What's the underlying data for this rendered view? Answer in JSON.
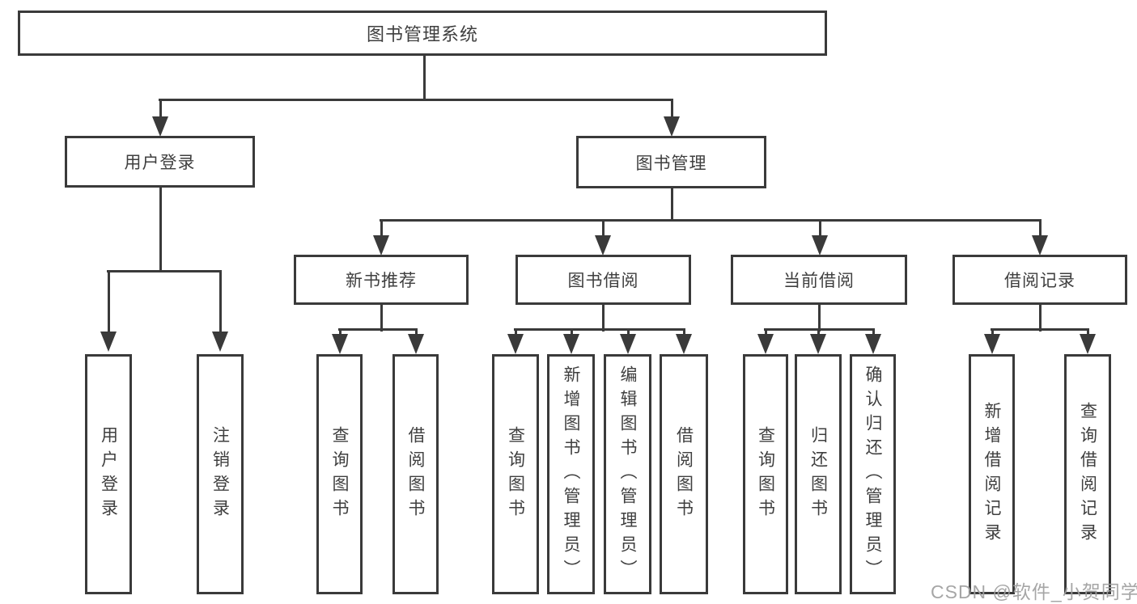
{
  "tree": {
    "root": {
      "label": "图书管理系统"
    },
    "children": [
      {
        "label": "用户登录",
        "children": [
          {
            "label": "用户登录"
          },
          {
            "label": "注销登录"
          }
        ]
      },
      {
        "label": "图书管理",
        "children": [
          {
            "label": "新书推荐",
            "children": [
              {
                "label": "查询图书"
              },
              {
                "label": "借阅图书"
              }
            ]
          },
          {
            "label": "图书借阅",
            "children": [
              {
                "label": "查询图书"
              },
              {
                "label": "新增图书（管理员）"
              },
              {
                "label": "编辑图书（管理员）"
              },
              {
                "label": "借阅图书"
              }
            ]
          },
          {
            "label": "当前借阅",
            "children": [
              {
                "label": "查询图书"
              },
              {
                "label": "归还图书"
              },
              {
                "label": "确认归还（管理员）"
              }
            ]
          },
          {
            "label": "借阅记录",
            "children": [
              {
                "label": "新增借阅记录"
              },
              {
                "label": "查询借阅记录"
              }
            ]
          }
        ]
      }
    ]
  },
  "watermark": {
    "text": "CSDN @软件_小贺同学"
  },
  "colors": {
    "line": "#3a3a3a",
    "text": "#3f3f3f",
    "background": "#ffffff",
    "watermark": "#9e9e9e"
  }
}
